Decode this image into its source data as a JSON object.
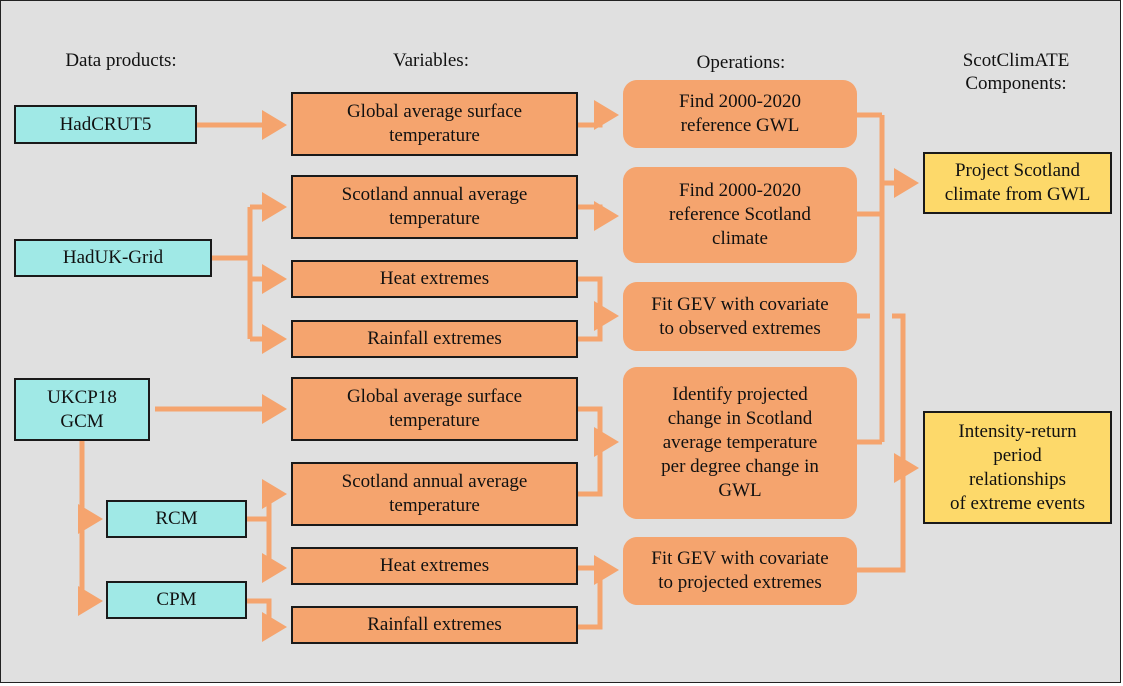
{
  "colors": {
    "data_product": "#a0e9e6",
    "variable": "#f5a46e",
    "operation": "#f5a46e",
    "component": "#fdd96a",
    "connector": "#f5a46e",
    "background": "#e0e0e0"
  },
  "headers": {
    "data_products": "Data products:",
    "variables": "Variables:",
    "operations": "Operations:",
    "components": "ScotClimATE\nComponents:"
  },
  "data_products": {
    "hadcrut5": "HadCRUT5",
    "haduk_grid": "HadUK-Grid",
    "ukcp18_gcm": "UKCP18\nGCM",
    "rcm": "RCM",
    "cpm": "CPM"
  },
  "variables": {
    "v1": "Global average surface\ntemperature",
    "v2": "Scotland annual average\ntemperature",
    "v3": "Heat extremes",
    "v4": "Rainfall extremes",
    "v5": "Global average surface\ntemperature",
    "v6": "Scotland annual average\ntemperature",
    "v7": "Heat extremes",
    "v8": "Rainfall extremes"
  },
  "operations": {
    "o1": "Find 2000-2020\nreference GWL",
    "o2": "Find 2000-2020\nreference Scotland\nclimate",
    "o3": "Fit GEV with covariate\nto observed extremes",
    "o4": "Identify projected\nchange in Scotland\naverage temperature\nper degree change in\nGWL",
    "o5": "Fit GEV with covariate\nto projected extremes"
  },
  "components": {
    "c1": "Project Scotland\nclimate from GWL",
    "c2": "Intensity-return\nperiod\nrelationships\nof extreme events"
  }
}
